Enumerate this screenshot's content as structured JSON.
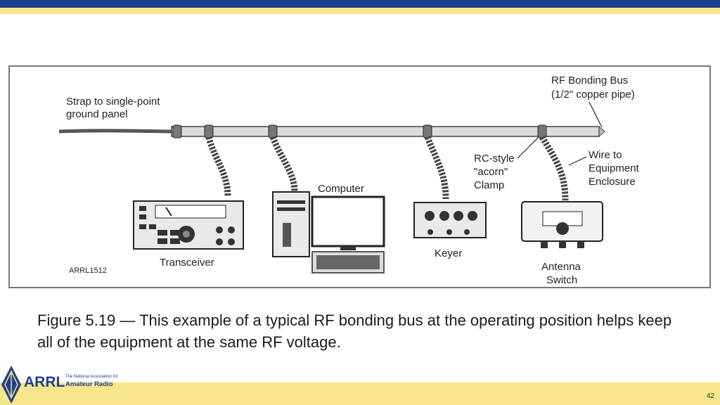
{
  "caption": "Figure 5.19 — This example of a typical RF bonding bus at the operating position helps keep all of the equipment at the same RF voltage.",
  "page_number": "42",
  "logo": {
    "brand": "ARRL",
    "tagline_line1": "The National Association for",
    "tagline_line2": "Amateur Radio"
  },
  "diagram": {
    "labels": {
      "strap_line1": "Strap to single-point",
      "strap_line2": "ground panel",
      "bus_line1": "RF Bonding Bus",
      "bus_line2": "(1/2\" copper pipe)",
      "clamp_line1": "RC-style",
      "clamp_line2": "\"acorn\"",
      "clamp_line3": "Clamp",
      "wire_line1": "Wire to",
      "wire_line2": "Equipment",
      "wire_line3": "Enclosure",
      "computer": "Computer",
      "transceiver": "Transceiver",
      "keyer": "Keyer",
      "switch_line1": "Antenna",
      "switch_line2": "Switch",
      "figure_id": "ARRL1512"
    }
  },
  "colors": {
    "top_bar": "#1f3f8f",
    "stripe": "#f6e58a"
  }
}
